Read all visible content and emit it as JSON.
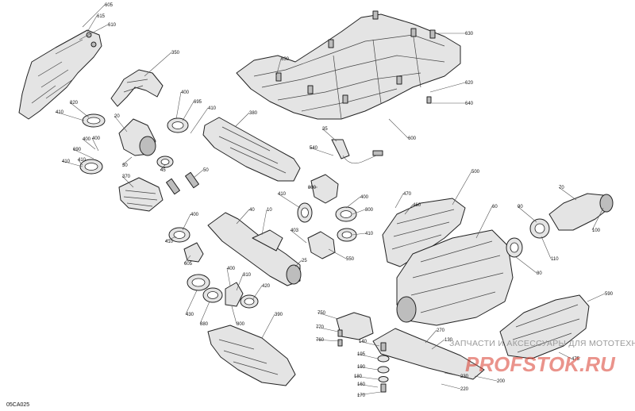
{
  "diagram": {
    "reference_code": "05CA025",
    "watermark": {
      "text": "ЗАПЧАСТИ И АКСЕССУАРЫ ДЛЯ МОТОТЕХНИКИ",
      "logo": "PROFSTOK.RU"
    },
    "callouts": [
      {
        "id": "c605",
        "label": "605"
      },
      {
        "id": "c615",
        "label": "615"
      },
      {
        "id": "c610",
        "label": "610"
      },
      {
        "id": "c350",
        "label": "350"
      },
      {
        "id": "c400a",
        "label": "400"
      },
      {
        "id": "c630a",
        "label": "630"
      },
      {
        "id": "c820",
        "label": "820"
      },
      {
        "id": "c20",
        "label": "20"
      },
      {
        "id": "c410a",
        "label": "410"
      },
      {
        "id": "c400b",
        "label": "400"
      },
      {
        "id": "c695",
        "label": "695"
      },
      {
        "id": "c410b",
        "label": "410"
      },
      {
        "id": "c380",
        "label": "380"
      },
      {
        "id": "c410c",
        "label": "410"
      },
      {
        "id": "c400c",
        "label": "400"
      },
      {
        "id": "c30",
        "label": "30"
      },
      {
        "id": "c690",
        "label": "690"
      },
      {
        "id": "c410d",
        "label": "410"
      },
      {
        "id": "c45",
        "label": "45"
      },
      {
        "id": "c50",
        "label": "50"
      },
      {
        "id": "c370",
        "label": "370"
      },
      {
        "id": "c630b",
        "label": "630"
      },
      {
        "id": "c620",
        "label": "620"
      },
      {
        "id": "c640",
        "label": "640"
      },
      {
        "id": "c600",
        "label": "600"
      },
      {
        "id": "c35",
        "label": "35"
      },
      {
        "id": "c540",
        "label": "540"
      },
      {
        "id": "c800a",
        "label": "800"
      },
      {
        "id": "c410e",
        "label": "410"
      },
      {
        "id": "c400d",
        "label": "400"
      },
      {
        "id": "c800b",
        "label": "800"
      },
      {
        "id": "c410f",
        "label": "410"
      },
      {
        "id": "c40",
        "label": "40"
      },
      {
        "id": "c10",
        "label": "10"
      },
      {
        "id": "c400e",
        "label": "400"
      },
      {
        "id": "c410g",
        "label": "410"
      },
      {
        "id": "c605b",
        "label": "605"
      },
      {
        "id": "c403",
        "label": "403"
      },
      {
        "id": "c550",
        "label": "550"
      },
      {
        "id": "c25",
        "label": "25"
      },
      {
        "id": "c400f",
        "label": "400"
      },
      {
        "id": "c810",
        "label": "810"
      },
      {
        "id": "c420",
        "label": "420"
      },
      {
        "id": "c430",
        "label": "430"
      },
      {
        "id": "c880",
        "label": "880"
      },
      {
        "id": "c800c",
        "label": "800"
      },
      {
        "id": "c390",
        "label": "390"
      },
      {
        "id": "c470",
        "label": "470"
      },
      {
        "id": "c460",
        "label": "460"
      },
      {
        "id": "c500",
        "label": "500"
      },
      {
        "id": "c60",
        "label": "60"
      },
      {
        "id": "c90",
        "label": "90"
      },
      {
        "id": "c70",
        "label": "70"
      },
      {
        "id": "c100",
        "label": "100"
      },
      {
        "id": "c110",
        "label": "110"
      },
      {
        "id": "c80",
        "label": "80"
      },
      {
        "id": "c750",
        "label": "750"
      },
      {
        "id": "c770",
        "label": "770"
      },
      {
        "id": "c760",
        "label": "760"
      },
      {
        "id": "c270",
        "label": "270"
      },
      {
        "id": "c140",
        "label": "140"
      },
      {
        "id": "c130",
        "label": "130"
      },
      {
        "id": "c195",
        "label": "195"
      },
      {
        "id": "c190",
        "label": "190"
      },
      {
        "id": "c180",
        "label": "180"
      },
      {
        "id": "c160",
        "label": "160"
      },
      {
        "id": "c170",
        "label": "170"
      },
      {
        "id": "c590",
        "label": "590"
      },
      {
        "id": "c475",
        "label": "475"
      },
      {
        "id": "c200",
        "label": "200"
      },
      {
        "id": "c230",
        "label": "230"
      },
      {
        "id": "c220",
        "label": "220"
      }
    ]
  }
}
